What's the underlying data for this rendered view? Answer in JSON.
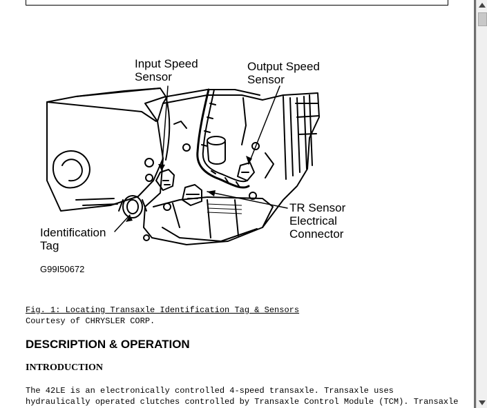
{
  "figure": {
    "labels": {
      "input_speed_sensor": "Input Speed\nSensor",
      "output_speed_sensor": "Output Speed\nSensor",
      "tr_sensor_connector": "TR Sensor\nElectrical\nConnector",
      "identification_tag": "Identification\nTag"
    },
    "code": "G99I50672"
  },
  "caption": {
    "title": "Fig. 1: Locating Transaxle Identification Tag & Sensors",
    "credit": "Courtesy of CHRYSLER CORP."
  },
  "section": {
    "heading": "DESCRIPTION & OPERATION",
    "subheading": "INTRODUCTION",
    "lines": [
      "The 42LE is an electronically controlled 4-speed transaxle. Transaxle uses",
      "hydraulically operated clutches controlled by Transaxle Control Module (TCM). Transaxle"
    ]
  }
}
